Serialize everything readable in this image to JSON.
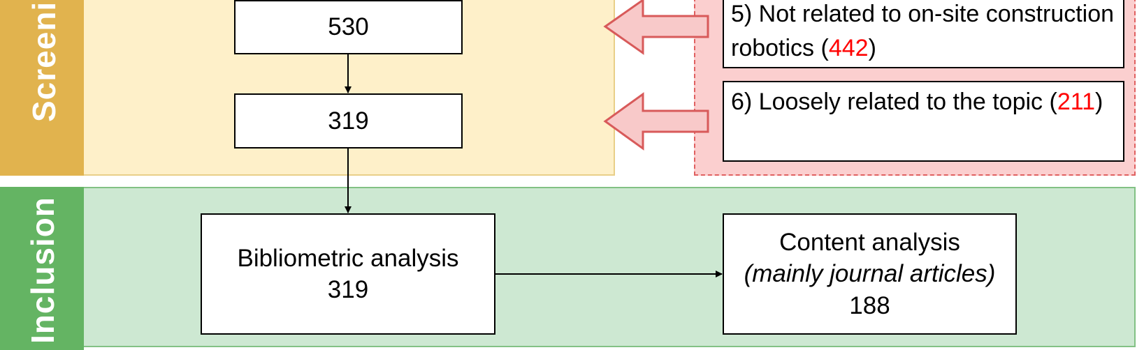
{
  "stages": {
    "screening_label": "Screening",
    "inclusion_label": "Inclusion"
  },
  "flow": {
    "box_530": "530",
    "box_319": "319"
  },
  "exclusions": {
    "item5": {
      "prefix": "5) Not related to on-site construction robotics (",
      "count": "442",
      "suffix": ")"
    },
    "item6": {
      "prefix": "6) Loosely related to the topic (",
      "count": "211",
      "suffix": ")"
    }
  },
  "bibliometric": {
    "title": "Bibliometric analysis",
    "count": "319"
  },
  "content": {
    "title": "Content analysis",
    "note": "(mainly journal articles)",
    "count": "188"
  },
  "colors": {
    "screening": "#e1b34e",
    "screening_bg": "#fef0c9",
    "inclusion": "#64b463",
    "inclusion_bg": "#cde8d2",
    "exclusion_bg": "#fbcfcf",
    "exclusion_arrow": "#f8c9c9",
    "exclusion_stroke": "#d85a5a",
    "count_red": "#ff0000"
  }
}
